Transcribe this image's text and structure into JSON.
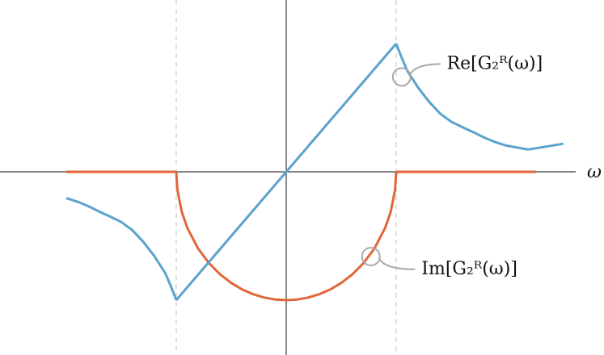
{
  "chart_data": {
    "type": "line",
    "title": "",
    "xlabel": "ω",
    "ylabel": "",
    "grid": false,
    "legend": "none",
    "xlim": [
      -2.0,
      2.5
    ],
    "ylim": [
      -1.38,
      1.42
    ],
    "band_edges": [
      -1.0,
      1.0
    ],
    "series": [
      {
        "name": "Re[G₂ᴿ(ω)]",
        "key": "re",
        "color": "#5ba3cc",
        "points": [
          [
            -2.0,
            -0.205
          ],
          [
            -1.9,
            -0.232
          ],
          [
            -1.8,
            -0.267
          ],
          [
            -1.7,
            -0.31
          ],
          [
            -1.6,
            -0.349
          ],
          [
            -1.5,
            -0.391
          ],
          [
            -1.4,
            -0.454
          ],
          [
            -1.3,
            -0.545
          ],
          [
            -1.2,
            -0.656
          ],
          [
            -1.1,
            -0.789
          ],
          [
            -1.05,
            -0.89
          ],
          [
            -1.02,
            -0.955
          ],
          [
            -1.0,
            -1.0
          ],
          [
            -0.5,
            -0.5
          ],
          [
            0.0,
            0.0
          ],
          [
            0.5,
            0.5
          ],
          [
            1.0,
            1.0
          ],
          [
            1.02,
            0.955
          ],
          [
            1.05,
            0.89
          ],
          [
            1.1,
            0.789
          ],
          [
            1.2,
            0.656
          ],
          [
            1.3,
            0.545
          ],
          [
            1.4,
            0.454
          ],
          [
            1.5,
            0.391
          ],
          [
            1.6,
            0.349
          ],
          [
            1.7,
            0.31
          ],
          [
            1.8,
            0.267
          ],
          [
            1.9,
            0.232
          ],
          [
            2.0,
            0.205
          ],
          [
            2.1,
            0.189
          ],
          [
            2.2,
            0.174
          ],
          [
            2.27,
            0.219
          ]
        ]
      },
      {
        "name": "Im[G₂ᴿ(ω)]",
        "key": "im",
        "color": "#e0663a",
        "points": [
          [
            -2.0,
            0.0
          ],
          [
            -1.0,
            0.0
          ],
          [
            -0.99,
            -0.14
          ],
          [
            -0.95,
            -0.312
          ],
          [
            -0.9,
            -0.436
          ],
          [
            -0.8,
            -0.6
          ],
          [
            -0.7,
            -0.714
          ],
          [
            -0.6,
            -0.8
          ],
          [
            -0.5,
            -0.866
          ],
          [
            -0.4,
            -0.917
          ],
          [
            -0.3,
            -0.954
          ],
          [
            -0.2,
            -0.98
          ],
          [
            -0.1,
            -0.995
          ],
          [
            0.0,
            -1.0
          ],
          [
            0.1,
            -0.995
          ],
          [
            0.2,
            -0.98
          ],
          [
            0.3,
            -0.954
          ],
          [
            0.4,
            -0.917
          ],
          [
            0.5,
            -0.866
          ],
          [
            0.6,
            -0.8
          ],
          [
            0.7,
            -0.714
          ],
          [
            0.8,
            -0.6
          ],
          [
            0.9,
            -0.436
          ],
          [
            0.95,
            -0.312
          ],
          [
            0.99,
            -0.14
          ],
          [
            1.0,
            0.0
          ],
          [
            2.27,
            0.0
          ]
        ]
      }
    ],
    "annotations": [
      {
        "series": "re",
        "at": [
          1.05,
          0.74
        ],
        "label_at": [
          1.46,
          0.84
        ]
      },
      {
        "series": "im",
        "at": [
          0.77,
          -0.66
        ],
        "label_at": [
          1.23,
          -0.76
        ]
      }
    ]
  }
}
